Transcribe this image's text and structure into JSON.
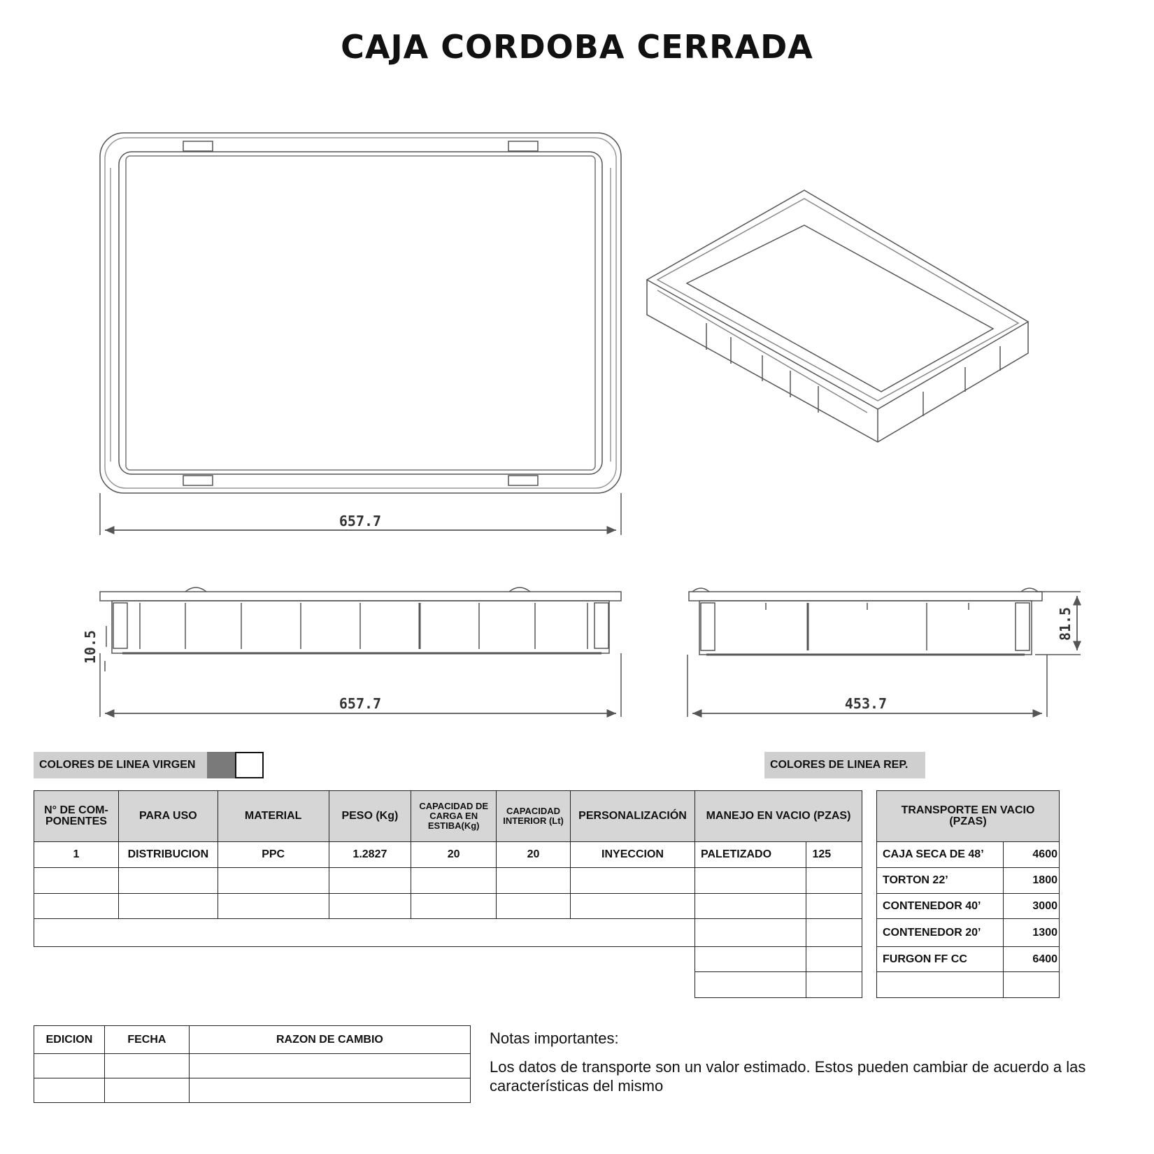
{
  "title": "CAJA CORDOBA CERRADA",
  "dimensions": {
    "top_width": "657.7",
    "side_width": "657.7",
    "side_height": "10.5",
    "end_width": "453.7",
    "end_height": "81.5"
  },
  "colors": {
    "virgen_label": "COLORES DE LINEA VIRGEN",
    "rep_label": "COLORES DE LINEA REP.",
    "virgen_swatches": [
      "#7a7a7a",
      "#ffffff"
    ]
  },
  "spec_table": {
    "headers": [
      "N° DE COM-\nPONENTES",
      "PARA USO",
      "MATERIAL",
      "PESO (Kg)",
      "CAPACIDAD DE\nCARGA EN\nESTIBA(Kg)",
      "CAPACIDAD\nINTERIOR (Lt)",
      "PERSONALIZACIÓN"
    ],
    "row": [
      "1",
      "DISTRIBUCION",
      "PPC",
      "1.2827",
      "20",
      "20",
      "INYECCION"
    ]
  },
  "manejo": {
    "header": "MANEJO EN VACIO  (PZAS)",
    "rows": [
      [
        "PALETIZADO",
        "125"
      ]
    ]
  },
  "transporte": {
    "header": "TRANSPORTE  EN VACIO\n(PZAS)",
    "rows": [
      [
        "CAJA SECA DE 48’",
        "4600"
      ],
      [
        "TORTON 22’",
        "1800"
      ],
      [
        "CONTENEDOR 40’",
        "3000"
      ],
      [
        "CONTENEDOR 20’",
        "1300"
      ],
      [
        "FURGON FF CC",
        "6400"
      ]
    ]
  },
  "revisions": {
    "headers": [
      "EDICION",
      "FECHA",
      "RAZON DE CAMBIO"
    ]
  },
  "notes": {
    "heading": "Notas importantes:",
    "body": "Los datos de transporte son un valor estimado. Estos pueden cambiar de acuerdo a las características del mismo"
  }
}
